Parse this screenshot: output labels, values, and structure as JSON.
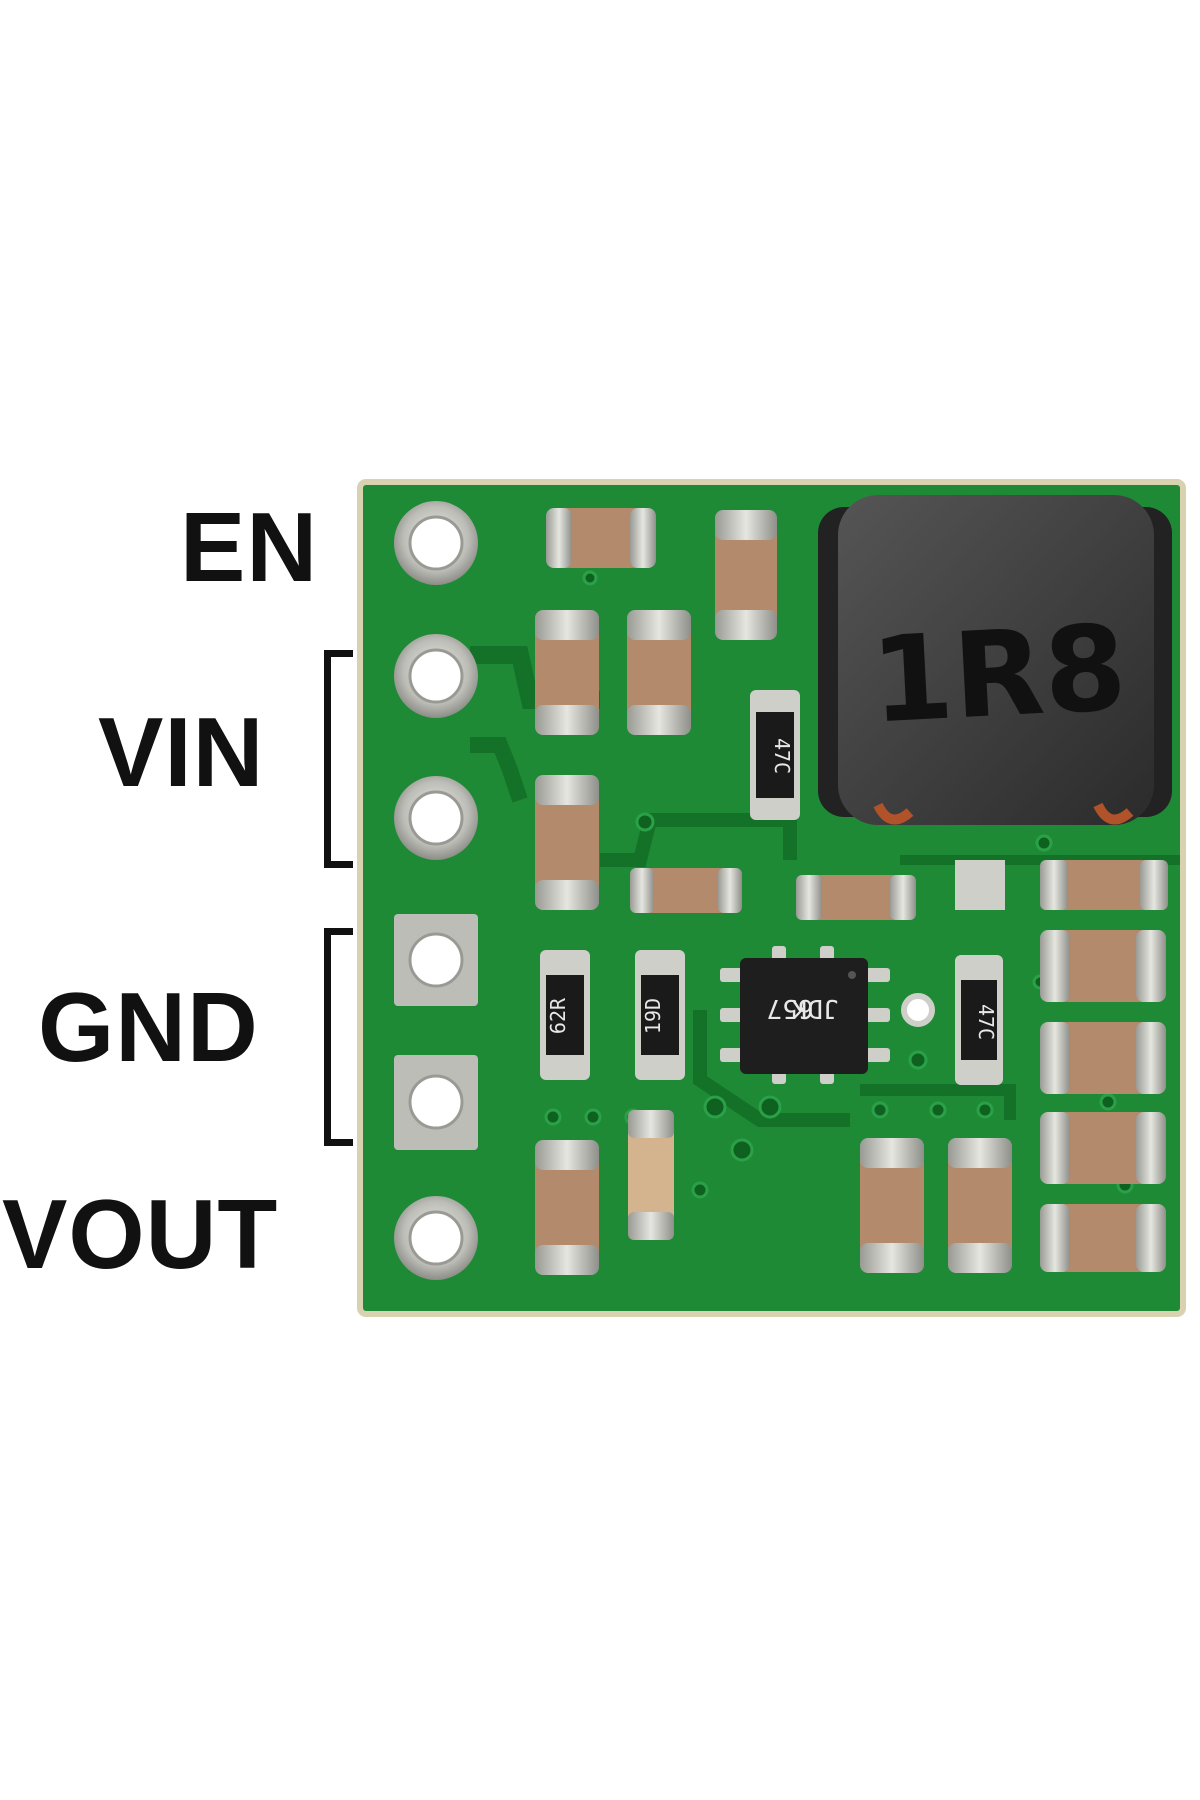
{
  "pins": {
    "en": "EN",
    "vin": "VIN",
    "gnd": "GND",
    "vout": "VOUT"
  },
  "markings": {
    "inductor": "1R8",
    "ic_line1": "JDK",
    "ic_line2": "657",
    "resistor_top": "47C",
    "resistor_right": "47C",
    "resistor_left_1": "62R",
    "resistor_left_2": "19D"
  },
  "colors": {
    "pcb": "#1f8a35",
    "pcb_dark": "#137227",
    "pad": "#c9c9c5",
    "capacitor": "#b48a6c",
    "inductor": "#3a3a3a"
  }
}
